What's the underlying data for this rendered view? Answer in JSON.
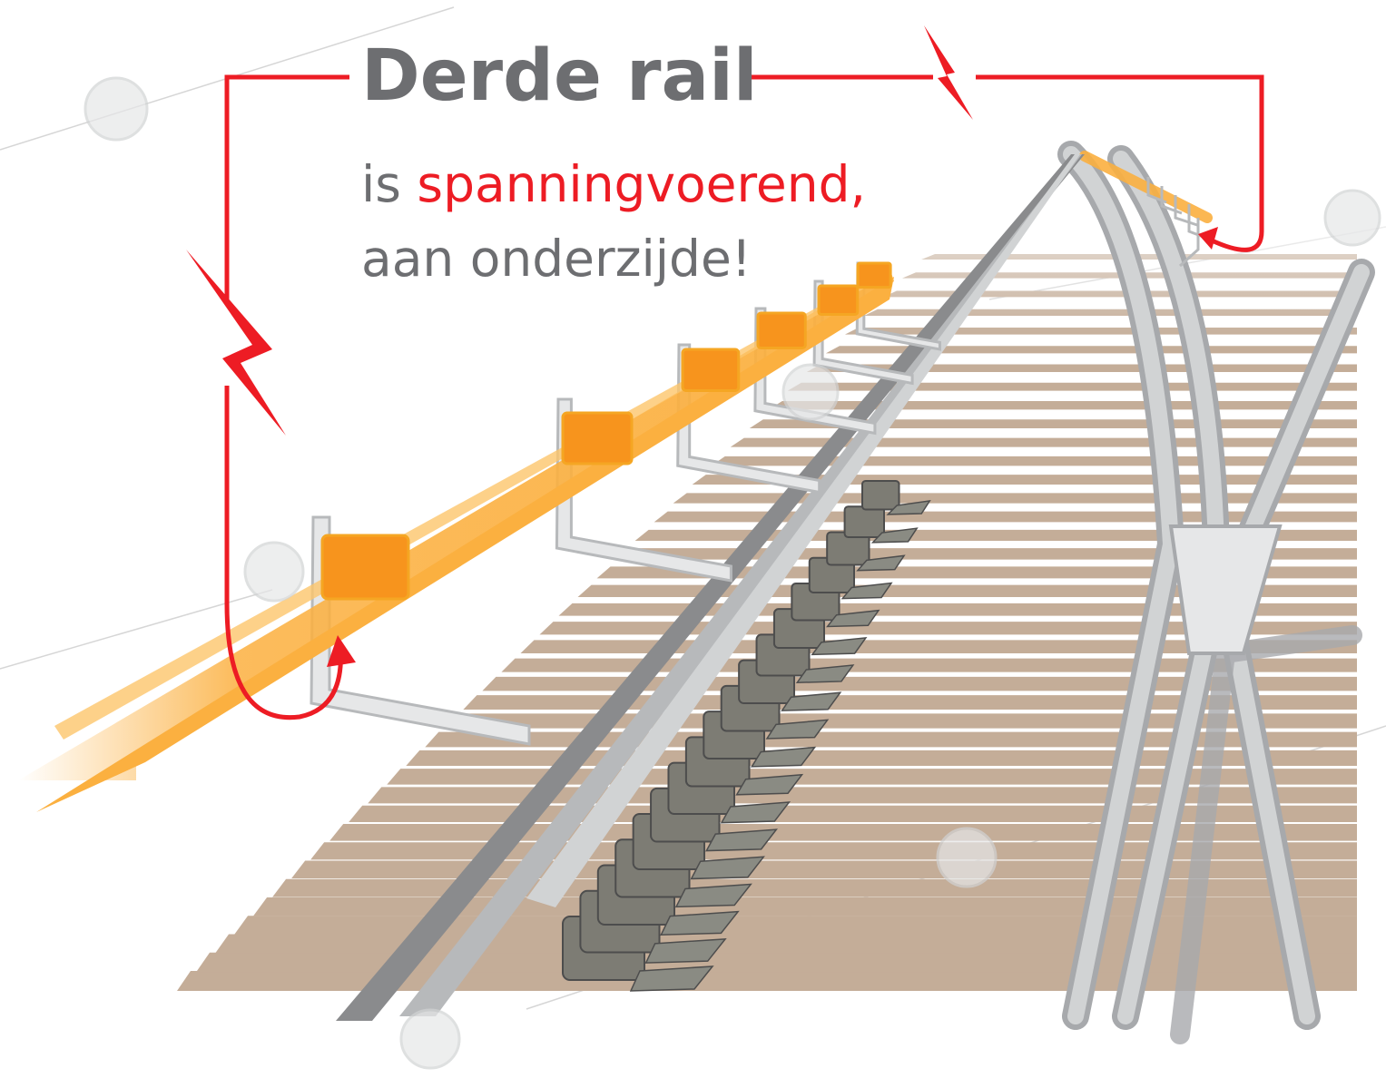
{
  "title": "Derde rail",
  "subtitle": {
    "prefix": "is ",
    "highlight": "spanningvoerend,",
    "line2": "aan onderzijde!"
  },
  "colors": {
    "warning_red": "#ed1c24",
    "third_rail": "#fbb040",
    "text_gray": "#6d6e71",
    "sleeper": "#c4ad98",
    "rail_steel": "#b7b9bb",
    "insulator_dark": "#7d7c74"
  },
  "icons": [
    "lightning-bolt-icon",
    "current-path-arrow-icon"
  ]
}
